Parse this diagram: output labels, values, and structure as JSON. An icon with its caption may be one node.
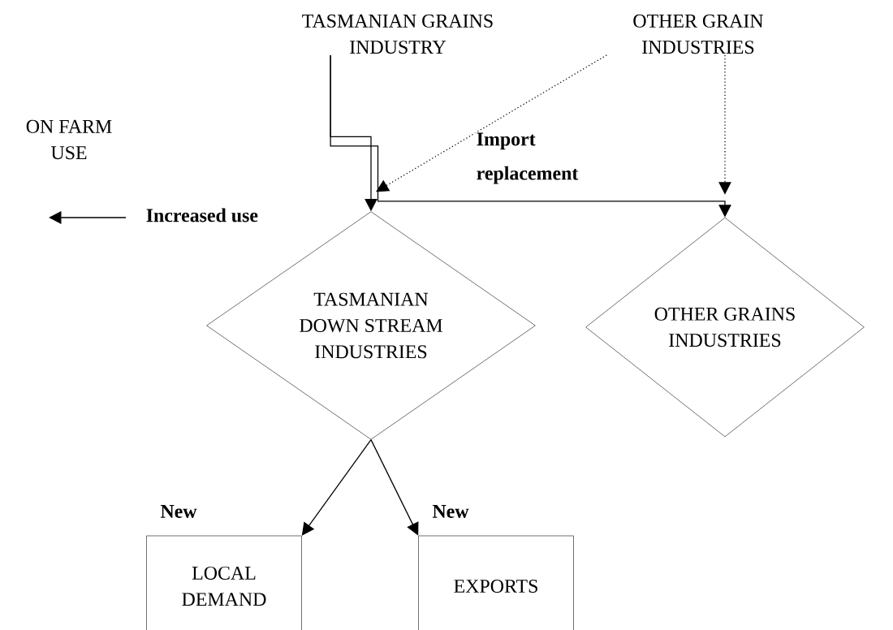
{
  "diagram": {
    "nodes": [
      {
        "text": [
          "TASMANIAN GRAINS INDUSTRY"
        ]
      },
      {
        "text": [
          "OTHER GRAIN INDUSTRIES"
        ]
      },
      {
        "text": [
          "ON FARM USE"
        ]
      },
      {
        "text": [
          "TASMANIAN DOWN STREAM INDUSTRIES"
        ]
      },
      {
        "text": [
          "OTHER GRAINS INDUSTRIES"
        ]
      },
      {
        "text": [
          "LOCAL DEMAND"
        ],
        "beside": [
          "New"
        ]
      },
      {
        "text": [
          "EXPORTS"
        ],
        "beside": [
          "New"
        ]
      }
    ],
    "edges": [
      {
        "from": 0,
        "to": 3,
        "arrow": "to"
      },
      {
        "from": 0,
        "to": 4,
        "arrow": "to"
      },
      {
        "from": 1,
        "to": 3,
        "arrow": "to",
        "style": "dashed",
        "label": "Import replacement"
      },
      {
        "from": 1,
        "to": 4,
        "arrow": "to",
        "style": "dashed"
      },
      {
        "from": 3,
        "to": 5,
        "arrow": "to"
      },
      {
        "from": 3,
        "to": 6,
        "arrow": "to"
      }
    ],
    "labels": [
      "Increased use"
    ]
  }
}
